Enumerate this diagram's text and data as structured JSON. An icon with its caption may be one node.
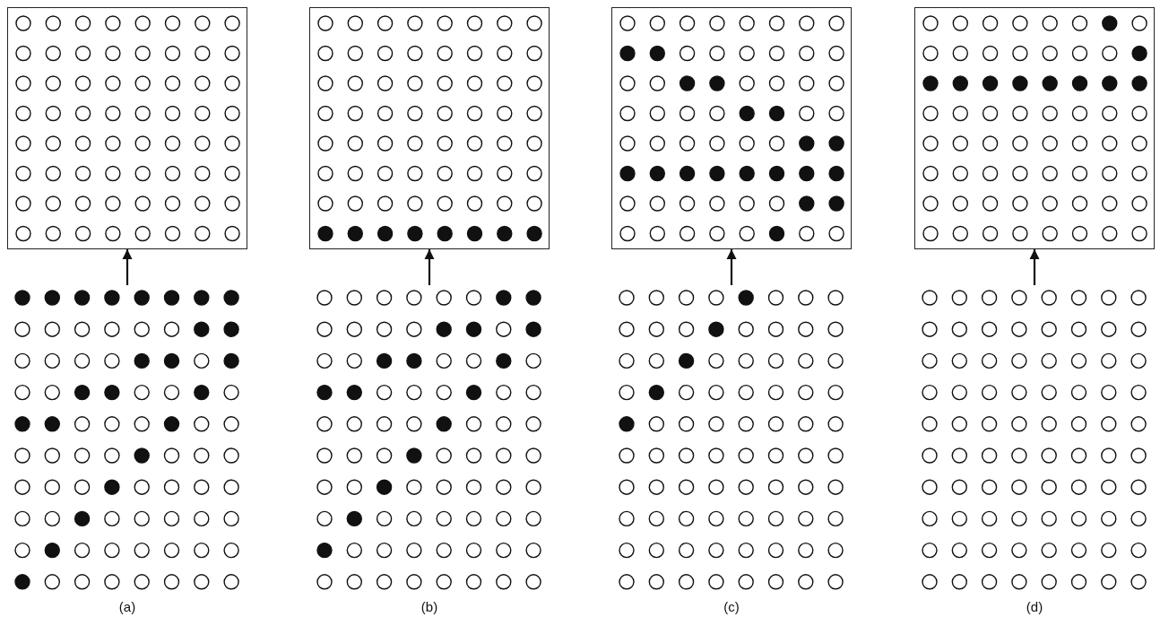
{
  "diagram": {
    "nodes": [
      {
        "text": [],
        "shape": "box"
      },
      {
        "text": [],
        "shape": "grid"
      },
      {
        "text": [],
        "shape": "box"
      },
      {
        "text": [],
        "shape": "grid"
      },
      {
        "text": [],
        "shape": "box"
      },
      {
        "text": [],
        "shape": "grid"
      },
      {
        "text": [],
        "shape": "box"
      },
      {
        "text": [],
        "shape": "grid"
      }
    ],
    "edges": [
      {
        "from": 1,
        "to": 0,
        "arrow": "to"
      },
      {
        "from": 3,
        "to": 2,
        "arrow": "to"
      },
      {
        "from": 5,
        "to": 4,
        "arrow": "to"
      },
      {
        "from": 7,
        "to": 6,
        "arrow": "to"
      }
    ],
    "labels": [
      "(a)",
      "(b)",
      "(c)",
      "(d)"
    ]
  }
}
